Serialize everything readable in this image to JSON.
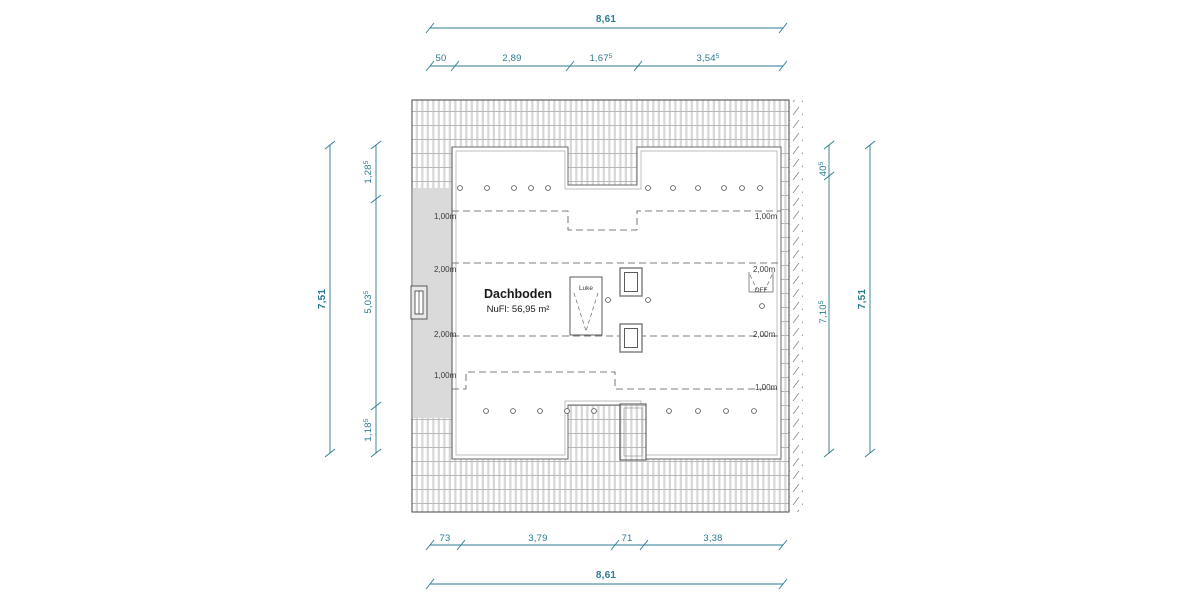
{
  "drawing": {
    "title": "Dachboden",
    "room_label": "Dachboden",
    "room_area": "NuFl: 56,95 m²",
    "hatch_label": "Luke",
    "opening_label": "OFF",
    "accent_color": "#2b7a92",
    "wall_color": "#d9d9d9",
    "line_color": "#4a4a4a"
  },
  "dimensions": {
    "top_overall": "8,61",
    "bottom_overall": "8,61",
    "left_overall": "7,51",
    "right_overall": "7,51",
    "top_chain": [
      {
        "value": "50",
        "sup": ""
      },
      {
        "value": "2,89",
        "sup": ""
      },
      {
        "value": "1,67",
        "sup": "5"
      },
      {
        "value": "3,54",
        "sup": "5"
      }
    ],
    "bottom_chain": [
      {
        "value": "73",
        "sup": ""
      },
      {
        "value": "3,79",
        "sup": ""
      },
      {
        "value": "71",
        "sup": ""
      },
      {
        "value": "3,38",
        "sup": ""
      }
    ],
    "left_chain": [
      {
        "value": "1,28",
        "sup": "5"
      },
      {
        "value": "5,03",
        "sup": "5"
      },
      {
        "value": "1,18",
        "sup": "5"
      }
    ],
    "right_chain": [
      {
        "value": "40",
        "sup": "5"
      },
      {
        "value": "7,10",
        "sup": "5"
      }
    ]
  },
  "height_notes": {
    "one_meter": "1,00m",
    "two_meter": "2,00m",
    "labels": [
      {
        "id": "top-left",
        "text": "1,00m"
      },
      {
        "id": "top-right",
        "text": "1,00m"
      },
      {
        "id": "mid-upper-left",
        "text": "2,00m"
      },
      {
        "id": "mid-upper-right",
        "text": "2,00m"
      },
      {
        "id": "mid-lower-left",
        "text": "2,00m"
      },
      {
        "id": "mid-lower-right",
        "text": "2,00m"
      },
      {
        "id": "bottom-left",
        "text": "1,00m"
      },
      {
        "id": "bottom-right",
        "text": "1,00m"
      }
    ]
  }
}
